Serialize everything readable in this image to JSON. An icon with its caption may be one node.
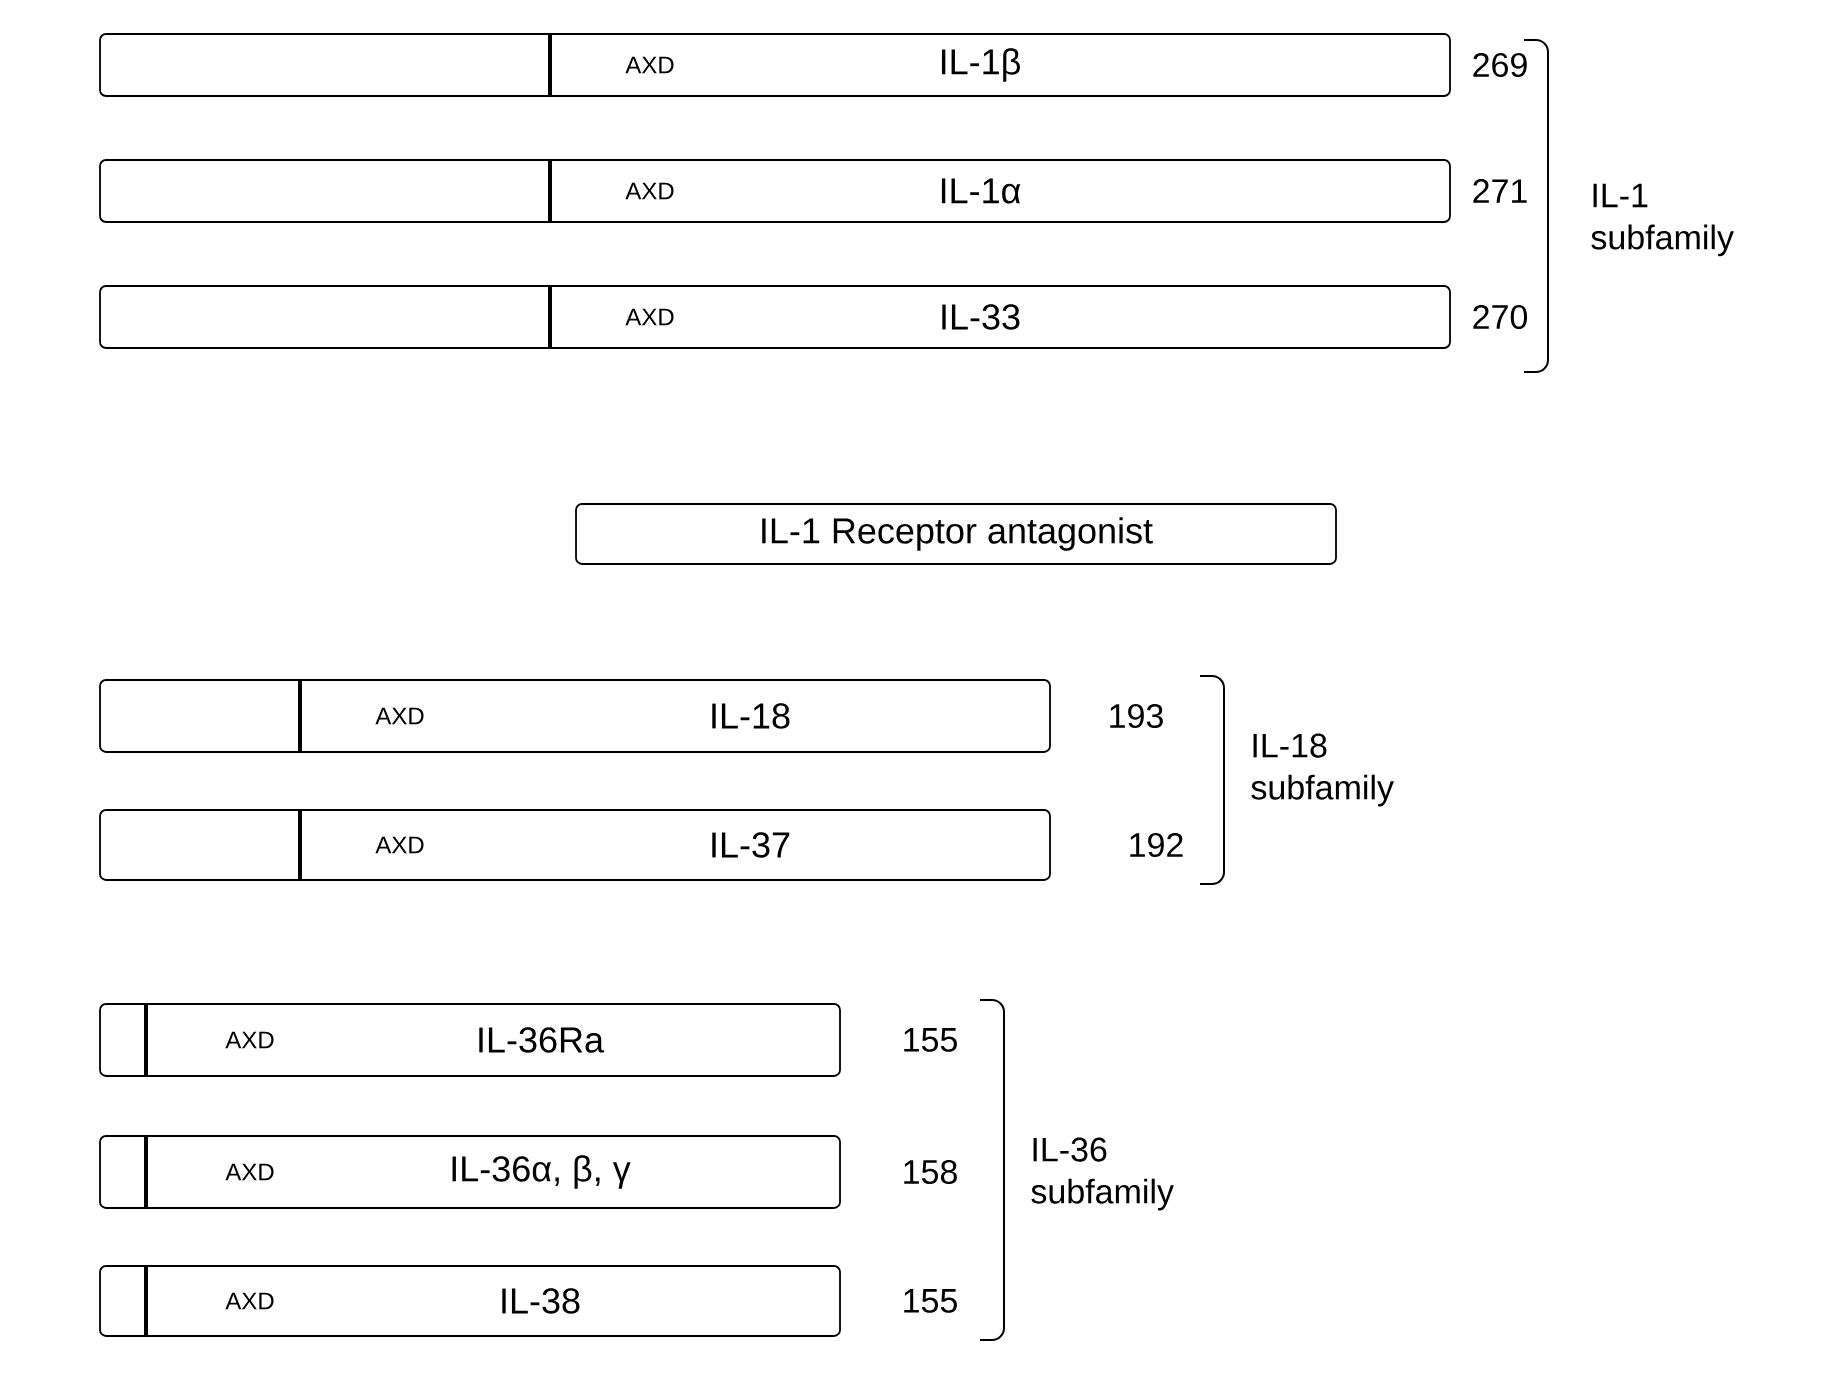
{
  "diagram": {
    "nodes": [
      {
        "text": [
          "AXD",
          "IL-1β"
        ],
        "beside": [
          "269"
        ]
      },
      {
        "text": [
          "AXD",
          "IL-1α"
        ],
        "beside": [
          "271"
        ]
      },
      {
        "text": [
          "AXD",
          "IL-33"
        ],
        "beside": [
          "270"
        ]
      },
      {
        "text": [
          "IL-1 Receptor antagonist"
        ]
      },
      {
        "text": [
          "AXD",
          "IL-18"
        ],
        "beside": [
          "193"
        ]
      },
      {
        "text": [
          "AXD",
          "IL-37"
        ],
        "beside": [
          "192"
        ]
      },
      {
        "text": [
          "AXD",
          "IL-36Ra"
        ],
        "beside": [
          "155"
        ]
      },
      {
        "text": [
          "AXD",
          "IL-36α, β, γ"
        ],
        "beside": [
          "158"
        ]
      },
      {
        "text": [
          "AXD",
          "IL-38"
        ],
        "beside": [
          "155"
        ]
      }
    ],
    "labels": [
      "IL-1 subfamily",
      "IL-18 subfamily",
      "IL-36 subfamily"
    ]
  }
}
